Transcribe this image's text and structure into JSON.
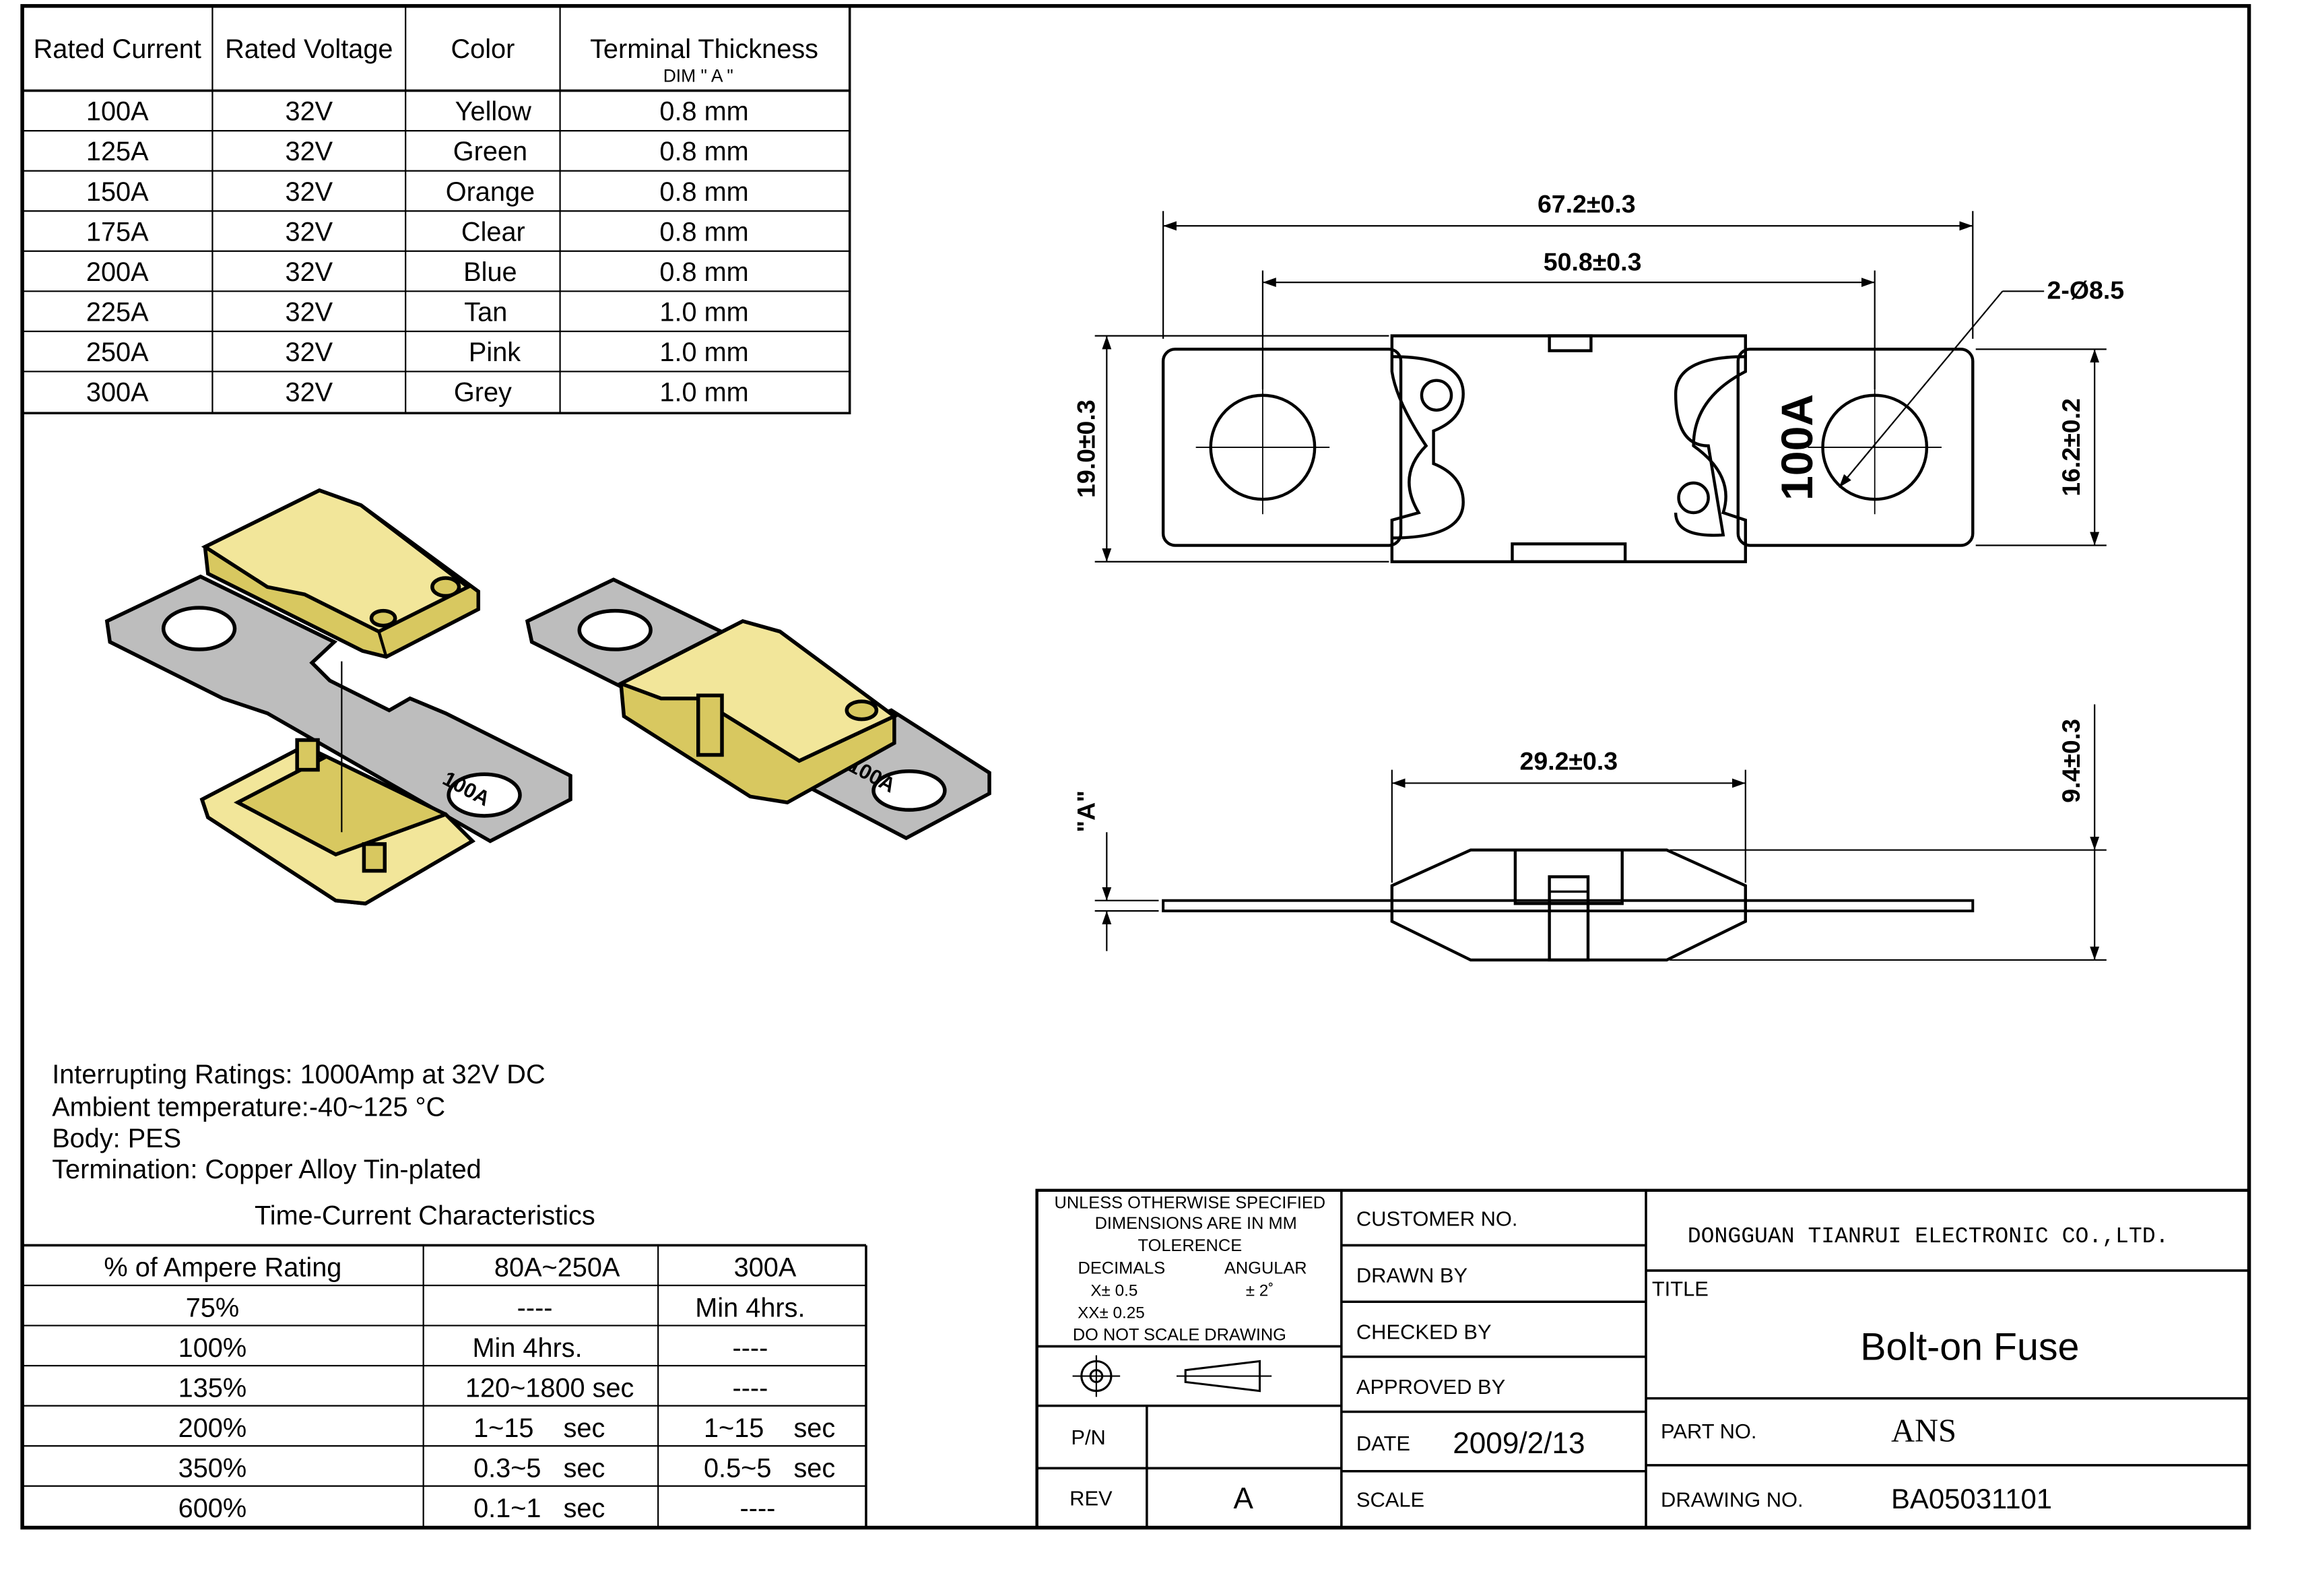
{
  "rating_table": {
    "headers": [
      "Rated Current",
      "Rated Voltage",
      "Color",
      "Terminal Thickness"
    ],
    "header_sub": "DIM \" A \"",
    "rows": [
      [
        "100A",
        "32V",
        "Yellow",
        "0.8 mm"
      ],
      [
        "125A",
        "32V",
        "Green",
        "0.8 mm"
      ],
      [
        "150A",
        "32V",
        "Orange",
        "0.8 mm"
      ],
      [
        "175A",
        "32V",
        "Clear",
        "0.8 mm"
      ],
      [
        "200A",
        "32V",
        "Blue",
        "0.8 mm"
      ],
      [
        "225A",
        "32V",
        "Tan",
        "1.0 mm"
      ],
      [
        "250A",
        "32V",
        "Pink",
        "1.0 mm"
      ],
      [
        "300A",
        "32V",
        "Grey",
        "1.0 mm"
      ]
    ]
  },
  "specs": {
    "interrupting": "Interrupting Ratings: 1000Amp at 32V DC",
    "ambient": "Ambient temperature:-40~125 °C",
    "body": "Body: PES",
    "termination": "Termination: Copper Alloy Tin-plated"
  },
  "time_current": {
    "title": "Time-Current Characteristics",
    "headers": [
      "% of  Ampere Rating",
      "80A~250A",
      "300A"
    ],
    "rows": [
      [
        "75%",
        "----",
        "Min 4hrs."
      ],
      [
        "100%",
        "Min 4hrs.",
        "----"
      ],
      [
        "135%",
        "120~1800 sec",
        "----"
      ],
      [
        "200%",
        "1~15    sec",
        "1~15    sec"
      ],
      [
        "350%",
        "0.3~5   sec",
        "0.5~5   sec"
      ],
      [
        "600%",
        "0.1~1   sec",
        "----"
      ]
    ]
  },
  "drawing": {
    "overall_length": "67.2±0.3",
    "hole_spacing": "50.8±0.3",
    "hole_dia": "2-Ø8.5",
    "body_height": "19.0±0.3",
    "terminal_width": "16.2±0.2",
    "body_length": "29.2±0.3",
    "body_thickness": "9.4±0.3",
    "dim_a": "\"A\"",
    "fuse_label": "100A",
    "iso_label": "100A"
  },
  "title_block": {
    "tolerance_lines": [
      "UNLESS OTHERWISE SPECIFIED",
      "DIMENSIONS ARE IN MM",
      "TOLERENCE"
    ],
    "decimals_label": "DECIMALS",
    "angular_label": "ANGULAR",
    "x_tol": "X± 0.5",
    "xx_tol": "XX± 0.25",
    "ang_tol": "±  2˚",
    "no_scale": "DO NOT SCALE DRAWING",
    "pn_label": "P/N",
    "pn_value": "",
    "rev_label": "REV",
    "rev_value": "A",
    "customer_no": "CUSTOMER NO.",
    "drawn_by": "DRAWN BY",
    "checked_by": "CHECKED BY",
    "approved_by": "APPROVED BY",
    "date_label": "DATE",
    "date_value": "2009/2/13",
    "scale_label": "SCALE",
    "company": "DONGGUAN TIANRUI ELECTRONIC CO.,LTD.",
    "title_label": "TITLE",
    "title_value": "Bolt-on Fuse",
    "part_no_label": "PART NO.",
    "part_no_value": "ANS",
    "drawing_no_label": "DRAWING NO.",
    "drawing_no_value": "BA05031101"
  }
}
